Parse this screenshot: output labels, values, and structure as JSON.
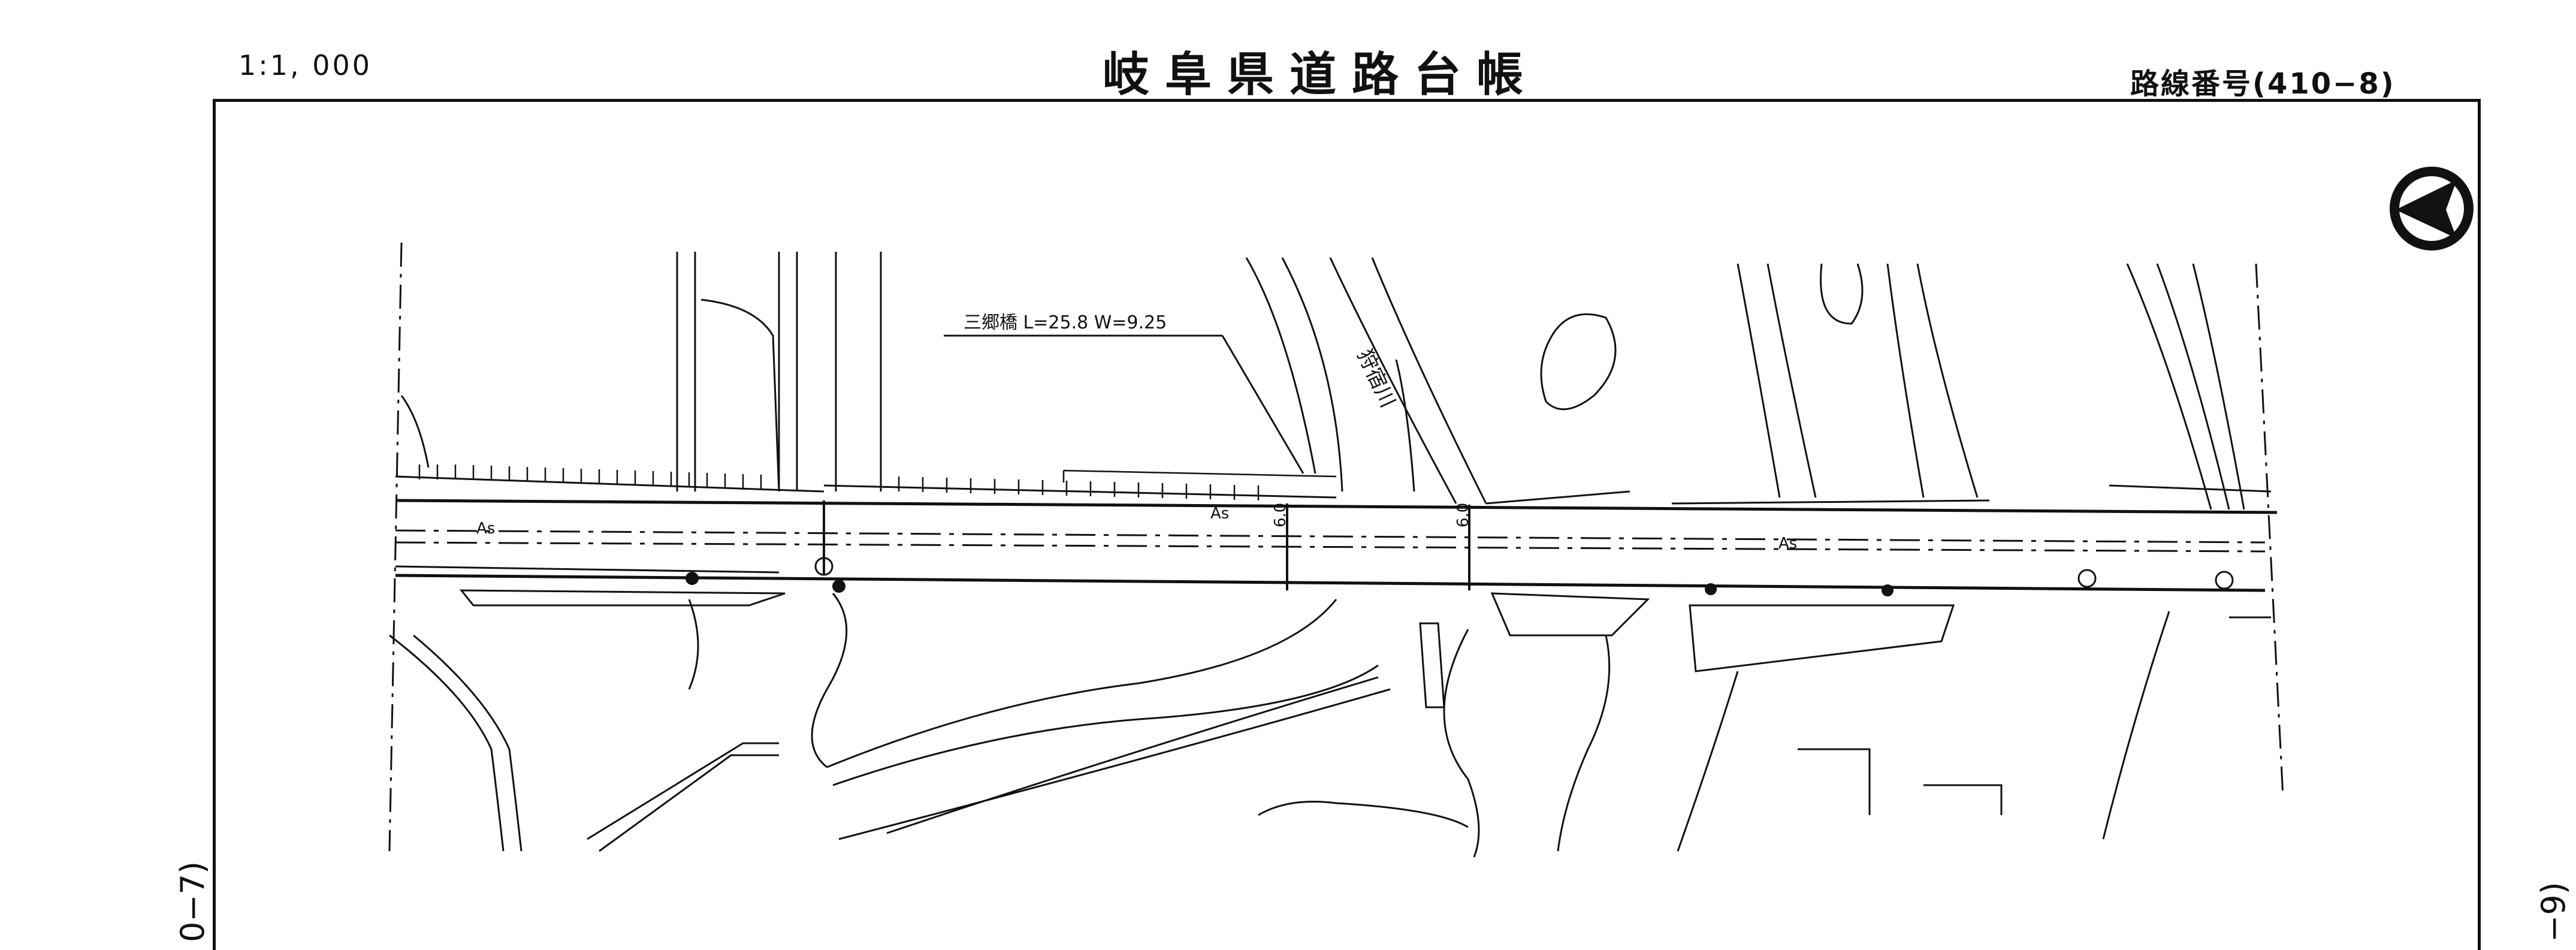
{
  "header": {
    "scale": "1:1, 000",
    "title": "岐阜県道路台帳",
    "route_number": "路線番号(410−8)"
  },
  "edge_refs": {
    "left": "0−7)",
    "right": "−9)"
  },
  "map": {
    "bridge_label": "三郷橋 L=25.8 W=9.25",
    "river_label": "狩宿川",
    "surface_labels": [
      "As",
      "As",
      "As"
    ],
    "width_labels": [
      "6.0",
      "6.0"
    ],
    "north_arrow": "north-arrow-icon"
  }
}
